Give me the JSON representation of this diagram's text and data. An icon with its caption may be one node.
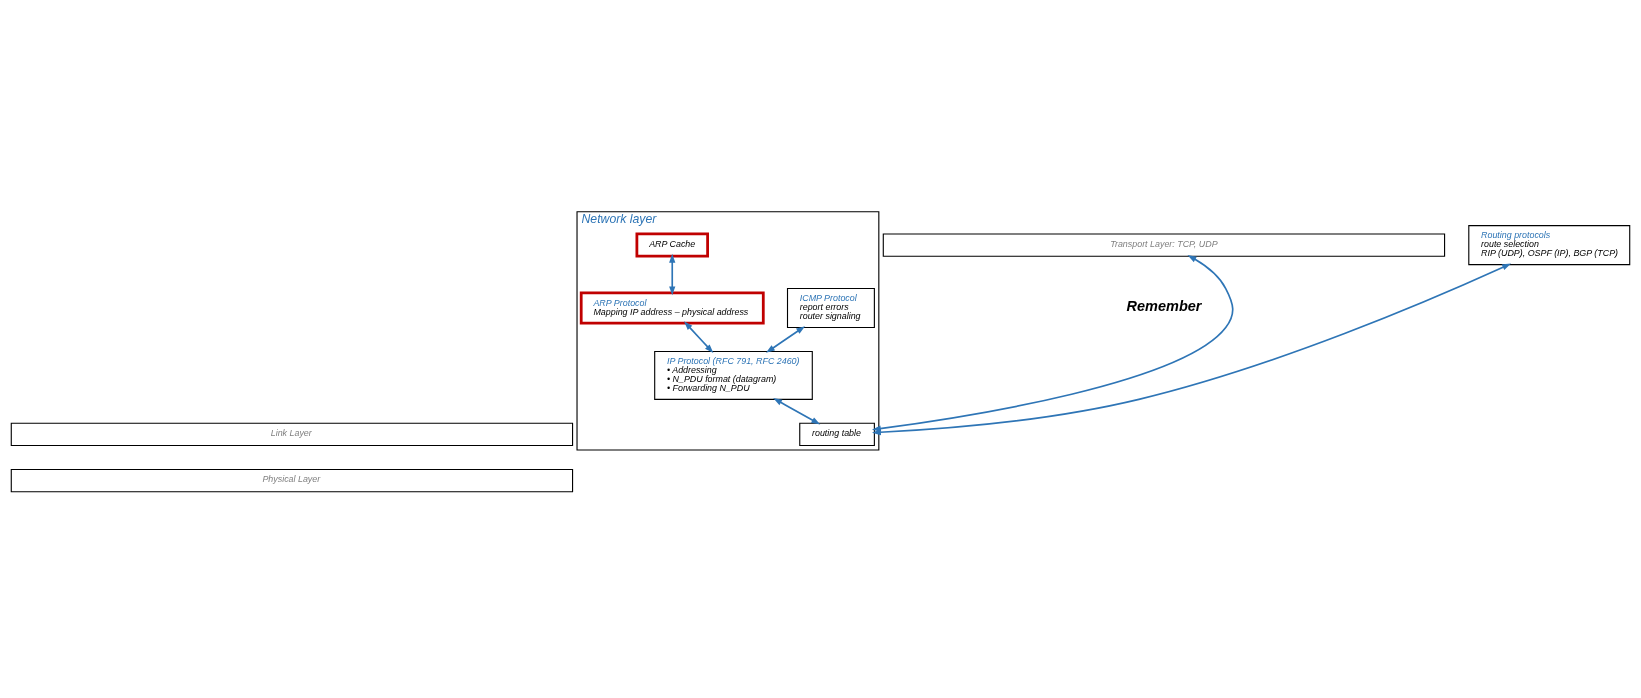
{
  "diagram": {
    "nodes": [
      {
        "text": [
          "Transport Layer: TCP, UDP"
        ]
      },
      {
        "text": [
          "Network layer"
        ]
      },
      {
        "text": [
          "ARP Cache"
        ],
        "in": 1
      },
      {
        "text": [
          "ICMP Protocol",
          "report errors",
          "router signaling"
        ],
        "in": 1
      },
      {
        "text": [
          "routing table"
        ],
        "in": 1
      },
      {
        "text": [
          "ARP Protocol",
          "Mapping IP address – physical address"
        ],
        "in": 1
      },
      {
        "text": [
          "IP Protocol (RFC 791, RFC 2460)",
          "• Addressing",
          "• N_PDU format (datagram)",
          "• Forwarding N_PDU"
        ],
        "in": 1
      },
      {
        "text": [
          "Link Layer"
        ]
      },
      {
        "text": [
          "Physical Layer"
        ]
      },
      {
        "text": [
          "Routing protocols",
          "route selection",
          "RIP (UDP), OSPF (IP), BGP (TCP)"
        ]
      }
    ],
    "edges": [
      {
        "from": 2,
        "to": 5,
        "arrow": "both"
      },
      {
        "from": 5,
        "to": 6,
        "arrow": "both"
      },
      {
        "from": 3,
        "to": 6,
        "arrow": "both"
      },
      {
        "from": 6,
        "to": 4,
        "arrow": "both"
      },
      {
        "from": 4,
        "to": 0,
        "arrow": "both"
      },
      {
        "from": 4,
        "to": 9,
        "arrow": "both"
      }
    ],
    "labels": [
      "Remember"
    ]
  }
}
